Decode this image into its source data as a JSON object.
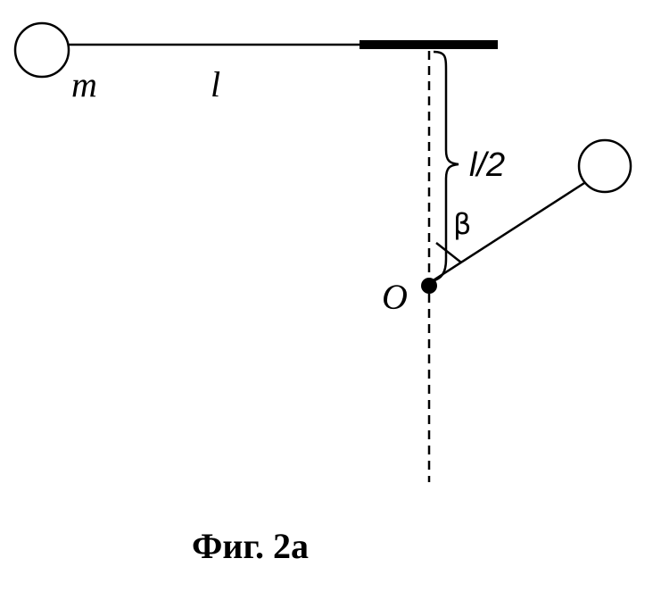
{
  "labels": {
    "mass": "m",
    "length": "l",
    "half_length": "l/2",
    "angle": "β",
    "pivot": "O"
  },
  "caption": "Фиг. 2а",
  "colors": {
    "ink": "#000000",
    "background": "#ffffff"
  }
}
